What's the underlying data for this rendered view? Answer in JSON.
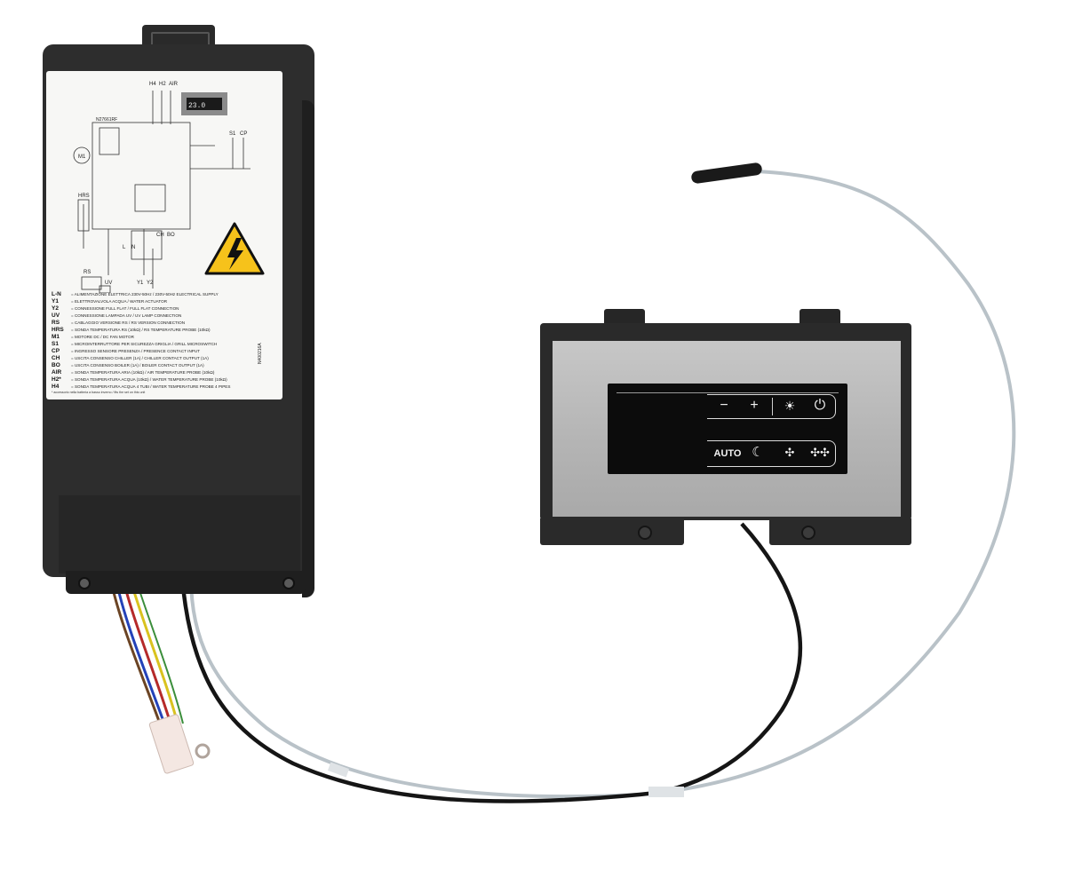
{
  "control_box": {
    "schematic_labels": {
      "h4": "H4",
      "h2": "H2",
      "air": "AIR",
      "s1": "S1",
      "cp": "CP",
      "m1": "M1",
      "hrs": "HRS",
      "uv": "UV",
      "ch": "CH",
      "bo": "BO",
      "l": "L",
      "n": "N",
      "y1": "Y1",
      "y2": "Y2",
      "board_code": "N27661RF",
      "rs": "RS",
      "screen_readout": "23.0"
    },
    "legend": [
      {
        "code": "L-N",
        "text": "= ALIMENTAZIONE ELETTRICA 230V-50Hz / 230V-50Hz ELECTRICAL SUPPLY"
      },
      {
        "code": "Y1",
        "text": "= ELETTROVALVOLA ACQUA / WATER ACTUATOR"
      },
      {
        "code": "Y2",
        "text": "= CONNESSIONE FULL FLAT / FULL FLAT CONNECTION"
      },
      {
        "code": "UV",
        "text": "= CONNESSIONE LAMPADA UV / UV LAMP CONNECTION"
      },
      {
        "code": "RS",
        "text": "= CABLAGGIO VERSIONE RS / RS VERSION CONNECTION"
      },
      {
        "code": "HRS",
        "text": "= SONDA TEMPERATURA RS (10kΩ) / RS TEMPERATURE PROBE (10kΩ)"
      },
      {
        "code": "M1",
        "text": "= MOTORE DC / DC FAN MOTOR"
      },
      {
        "code": "S1",
        "text": "= MICROINTERRUTTORE PER SICUREZZA GRIGLIA / GRILL MICROSWITCH"
      },
      {
        "code": "CP",
        "text": "= INGRESSO SENSORE PRESENZA / PRESENCE CONTACT INPUT"
      },
      {
        "code": "CH",
        "text": "= USCITA CONSENSO CHILLER (1A) / CHILLER CONTACT OUTPUT (1A)"
      },
      {
        "code": "BO",
        "text": "= USCITA CONSENSO BOILER (1A) / BOILER CONTACT OUTPUT (1A)"
      },
      {
        "code": "AIR",
        "text": "= SONDA TEMPERATURA ARIA (10kΩ) / AIR TEMPERATURE PROBE (10kΩ)"
      },
      {
        "code": "H2*",
        "text": "= SONDA TEMPERATURA ACQUA (10kΩ) / WATER TEMPERATURE PROBE (10kΩ)"
      },
      {
        "code": "H4",
        "text": "= SONDA TEMPERATURA ACQUA 4 TUBI / WATER TEMPERATURE PROBE 4 PIPES"
      }
    ],
    "legend_note": "* accessorio nella batteria a basso inverno / fits the set on this unit",
    "part_number": "N400216A"
  },
  "wall_panel": {
    "top_row": [
      {
        "name": "minus-button",
        "label": "−"
      },
      {
        "name": "plus-button",
        "label": "+"
      },
      {
        "name": "light-button",
        "label": "☀"
      },
      {
        "name": "power-button",
        "label": "⏻"
      }
    ],
    "bottom_row": [
      {
        "name": "auto-button",
        "label": "AUTO"
      },
      {
        "name": "night-mode-button",
        "label": "☾"
      },
      {
        "name": "fan-low-button",
        "label": "✣"
      },
      {
        "name": "fan-high-button",
        "label": "✣✣"
      }
    ]
  },
  "colors": {
    "housing": "#2d2d2d",
    "label_sheet": "#f7f7f5",
    "panel_face": "#b8b8b8",
    "display": "#0c0c0c",
    "warning": "#f6c21b",
    "wire_black": "#151515",
    "wire_grey": "#b9c2c8"
  }
}
